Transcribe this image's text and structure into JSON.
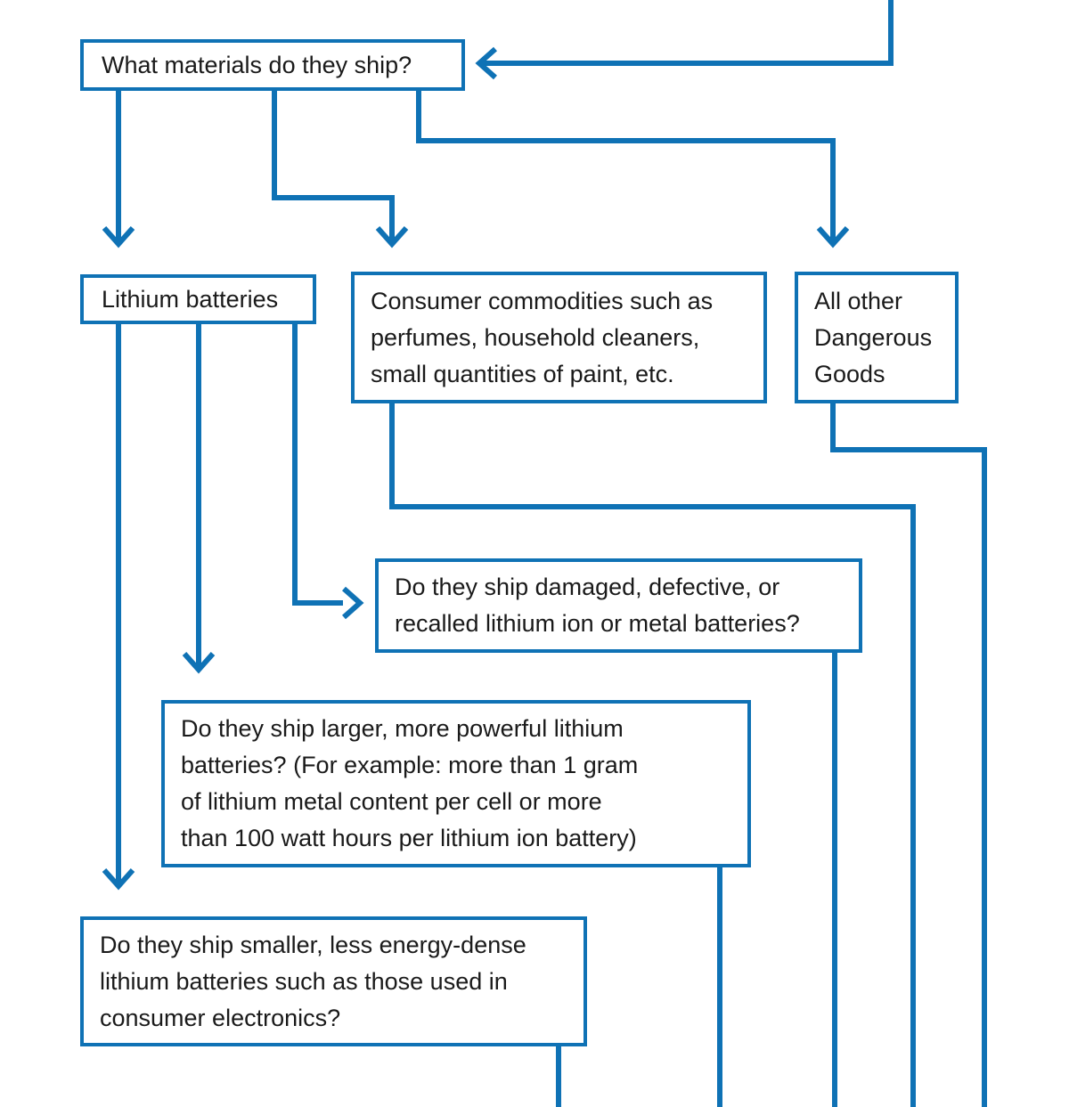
{
  "diagram": {
    "title": "Hazardous materials shipping decision flowchart",
    "accent_color": "#0f72b5",
    "text_color": "#1a1a1a",
    "background_color": "#ffffff",
    "nodes": [
      {
        "id": "root",
        "label": "What materials do they ship?",
        "shape": "rectangle"
      },
      {
        "id": "lithium",
        "label": "Lithium batteries",
        "shape": "rectangle"
      },
      {
        "id": "consumer",
        "label": "Consumer commodities such as\nperfumes, household cleaners,\nsmall quantities of paint, etc.",
        "shape": "rectangle"
      },
      {
        "id": "allother",
        "label": "All other\nDangerous\nGoods",
        "shape": "rectangle"
      },
      {
        "id": "damaged",
        "label": "Do they ship damaged, defective, or\nrecalled lithium ion or metal batteries?",
        "shape": "rectangle"
      },
      {
        "id": "larger",
        "label": "Do they ship larger, more powerful lithium\nbatteries? (For example: more than 1 gram\nof lithium metal content per cell or more\nthan 100 watt hours per lithium ion battery)",
        "shape": "rectangle"
      },
      {
        "id": "smaller",
        "label": "Do they ship smaller, less energy-dense\nlithium batteries such as those used in\nconsumer electronics?",
        "shape": "rectangle"
      }
    ],
    "edges": [
      {
        "id": "e-return-into-root",
        "from": "offpage-top-right",
        "to": "root",
        "arrow": "left"
      },
      {
        "id": "e-root-lithium",
        "from": "root",
        "to": "lithium",
        "arrow": "down"
      },
      {
        "id": "e-root-consumer",
        "from": "root",
        "to": "consumer",
        "arrow": "down"
      },
      {
        "id": "e-root-allother",
        "from": "root",
        "to": "allother",
        "arrow": "down"
      },
      {
        "id": "e-lithium-damaged",
        "from": "lithium",
        "to": "damaged",
        "arrow": "right"
      },
      {
        "id": "e-lithium-larger",
        "from": "lithium",
        "to": "larger",
        "arrow": "down"
      },
      {
        "id": "e-lithium-smaller",
        "from": "lithium",
        "to": "smaller",
        "arrow": "down"
      },
      {
        "id": "e-consumer-offpage",
        "from": "consumer",
        "to": "offpage-bottom",
        "arrow": "none"
      },
      {
        "id": "e-allother-offpage",
        "from": "allother",
        "to": "offpage-bottom",
        "arrow": "none"
      },
      {
        "id": "e-damaged-offpage",
        "from": "damaged",
        "to": "offpage-bottom",
        "arrow": "none"
      },
      {
        "id": "e-larger-offpage",
        "from": "larger",
        "to": "offpage-bottom",
        "arrow": "none"
      },
      {
        "id": "e-smaller-offpage",
        "from": "smaller",
        "to": "offpage-bottom",
        "arrow": "none"
      }
    ]
  }
}
